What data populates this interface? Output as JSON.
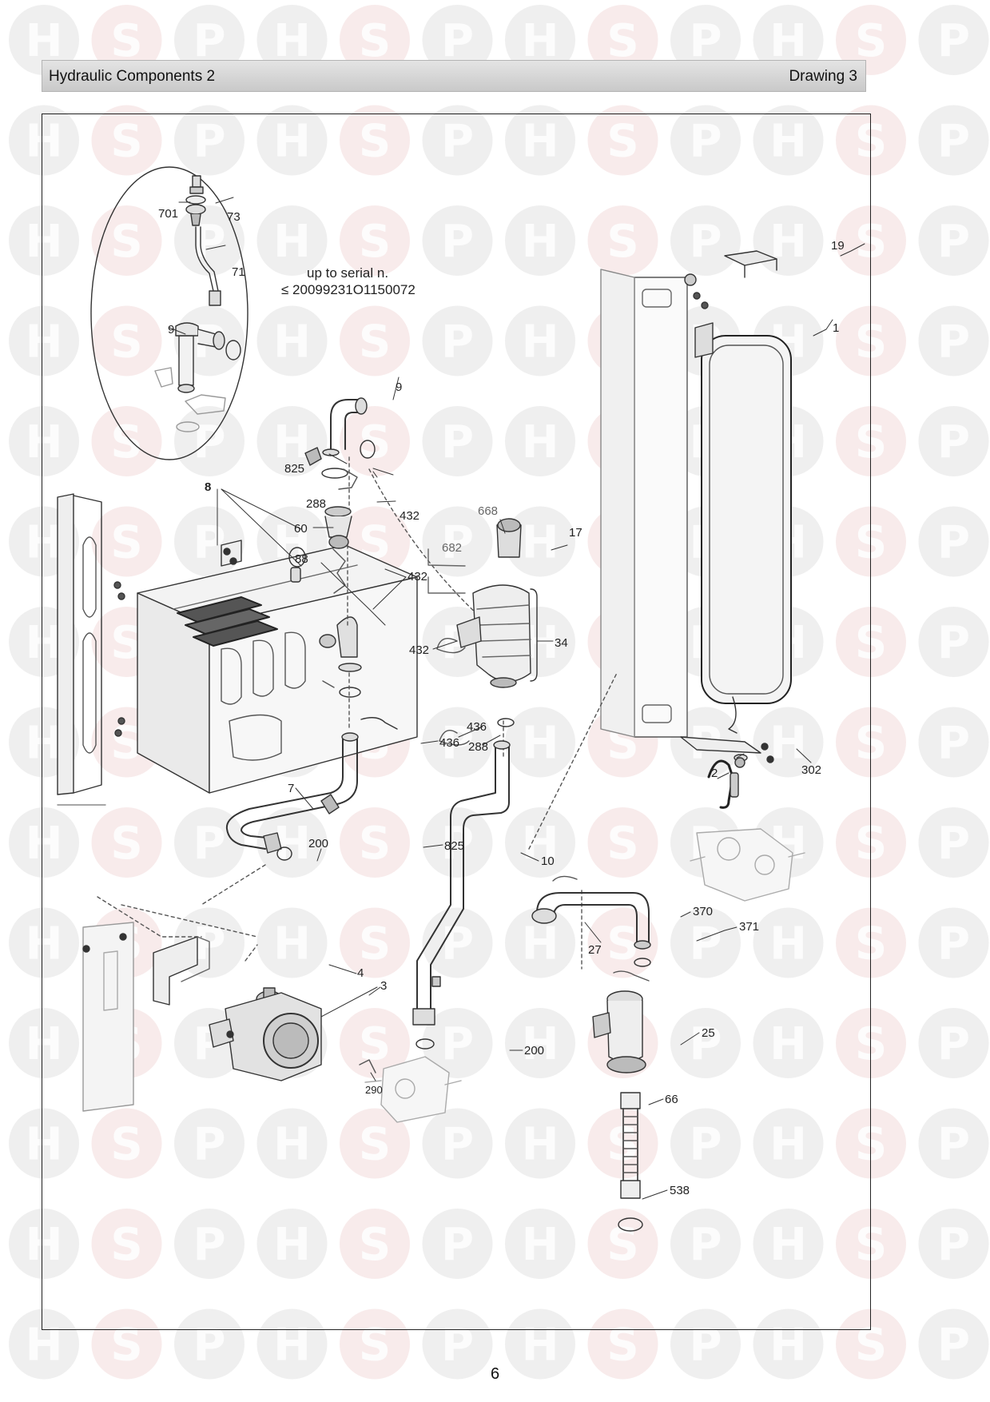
{
  "header": {
    "title": "Hydraulic Components 2",
    "drawing": "Drawing 3"
  },
  "watermark": {
    "letters": [
      "H",
      "S",
      "P"
    ],
    "colors": {
      "letter_circle": "#e2e2e2",
      "s_circle": "#f3dada"
    }
  },
  "inset_note": {
    "line1": "up to serial n.",
    "line2": "≤ 20099231O1150072"
  },
  "callouts": {
    "c701": "701",
    "c73": "73",
    "c71": "71",
    "c9a": "9",
    "c19": "19",
    "c1": "1",
    "c9b": "9",
    "c825a": "825",
    "c288a": "288",
    "c432a": "432",
    "c8": "8",
    "c60": "60",
    "c88": "88",
    "c432b": "432",
    "c668": "668",
    "c682": "682",
    "c17": "17",
    "c34": "34",
    "c432c": "432",
    "c436a": "436",
    "c288b": "288",
    "c436b": "436",
    "c302": "302",
    "c2": "2",
    "c7": "7",
    "c825b": "825",
    "c200a": "200",
    "c10": "10",
    "c370": "370",
    "c371": "371",
    "c27": "27",
    "c4": "4",
    "c3": "3",
    "c290": "290",
    "c25": "25",
    "c200b": "200",
    "c66": "66",
    "c538": "538"
  },
  "page_number": "6"
}
